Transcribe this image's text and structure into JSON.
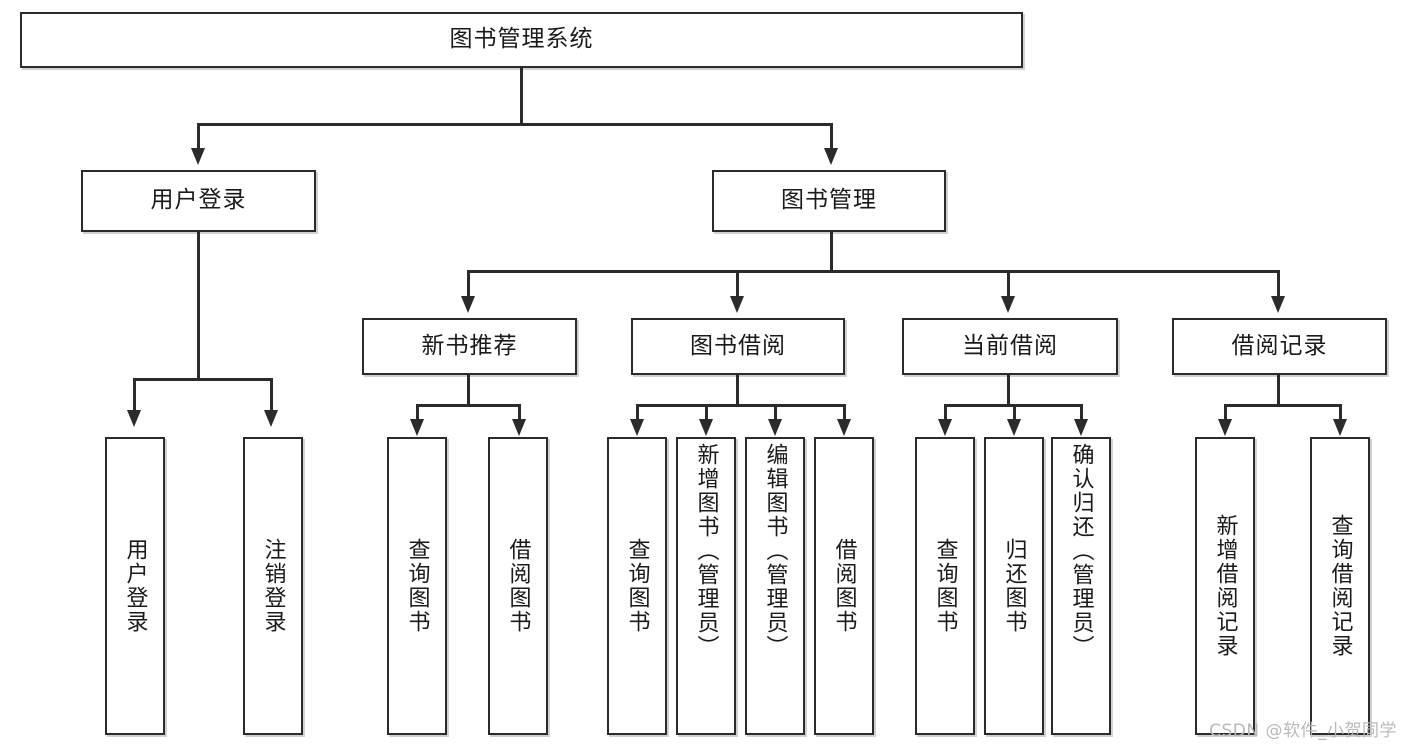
{
  "diagram": {
    "title_node": {
      "label": "图书管理系统"
    },
    "level2": [
      {
        "label": "用户登录"
      },
      {
        "label": "图书管理"
      }
    ],
    "level3": [
      {
        "label": "新书推荐"
      },
      {
        "label": "图书借阅"
      },
      {
        "label": "当前借阅"
      },
      {
        "label": "借阅记录"
      }
    ],
    "leaves": {
      "user_login": [
        {
          "label": "用户登录"
        },
        {
          "label": "注销登录"
        }
      ],
      "new_book_recommend": [
        {
          "label": "查询图书"
        },
        {
          "label": "借阅图书"
        }
      ],
      "book_borrow": [
        {
          "label": "查询图书"
        },
        {
          "label": "新增图书（管理员）"
        },
        {
          "label": "编辑图书（管理员）"
        },
        {
          "label": "借阅图书"
        }
      ],
      "current_borrow": [
        {
          "label": "查询图书"
        },
        {
          "label": "归还图书"
        },
        {
          "label": "确认归还（管理员）"
        }
      ],
      "borrow_records": [
        {
          "label": "新增借阅记录"
        },
        {
          "label": "查询借阅记录"
        }
      ]
    }
  },
  "watermark": {
    "text": "CSDN @软件_小贺同学"
  },
  "colors": {
    "stroke": "#2b2b2b",
    "fill": "#ffffff",
    "text": "#1a1a1a",
    "watermark": "#b9b9b9"
  }
}
